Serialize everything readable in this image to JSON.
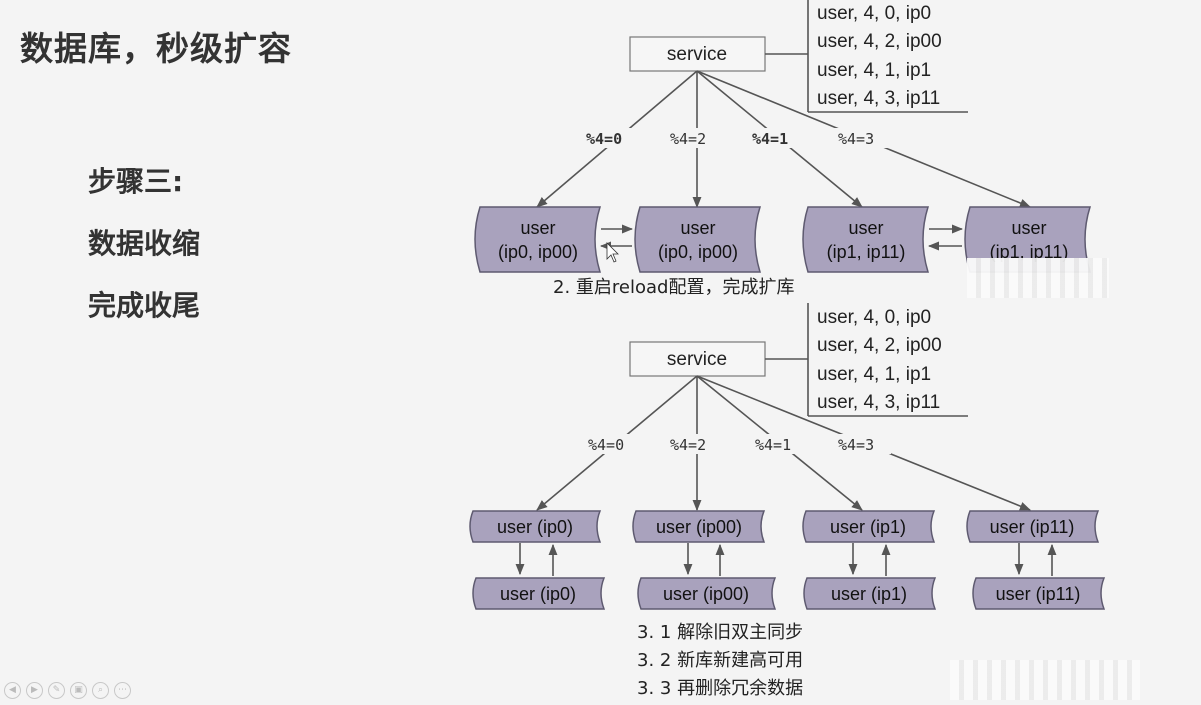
{
  "slide": {
    "title": "数据库，秒级扩容",
    "step_label": "步骤三:",
    "step_line1": "数据收缩",
    "step_line2": "完成收尾"
  },
  "top_diagram": {
    "service_label": "service",
    "mapping": [
      "user, 4, 0, ip0",
      "user, 4, 2, ip00",
      "user, 4, 1, ip1",
      "user, 4, 3, ip11"
    ],
    "mod_labels": [
      "%4=0",
      "%4=2",
      "%4=1",
      "%4=3"
    ],
    "nodes": [
      {
        "line1": "user",
        "line2": "(ip0, ip00)"
      },
      {
        "line1": "user",
        "line2": "(ip0, ip00)"
      },
      {
        "line1": "user",
        "line2": "(ip1, ip11)"
      },
      {
        "line1": "user",
        "line2": "(ip1, ip11)"
      }
    ],
    "caption": "2. 重启reload配置，完成扩库"
  },
  "bottom_diagram": {
    "service_label": "service",
    "mapping": [
      "user, 4, 0, ip0",
      "user, 4, 2, ip00",
      "user, 4, 1, ip1",
      "user, 4, 3, ip11"
    ],
    "mod_labels": [
      "%4=0",
      "%4=2",
      "%4=1",
      "%4=3"
    ],
    "upper_nodes": [
      "user (ip0)",
      "user (ip00)",
      "user (ip1)",
      "user (ip11)"
    ],
    "lower_nodes": [
      "user (ip0)",
      "user (ip00)",
      "user (ip1)",
      "user (ip11)"
    ],
    "steps": [
      "3. 1  解除旧双主同步",
      "3. 2  新库新建高可用",
      "3. 3  再删除冗余数据"
    ]
  },
  "colors": {
    "node_fill": "#a9a2bd",
    "node_stroke": "#5e5a70",
    "service_fill": "#f6f6f6",
    "edge": "#555555"
  }
}
